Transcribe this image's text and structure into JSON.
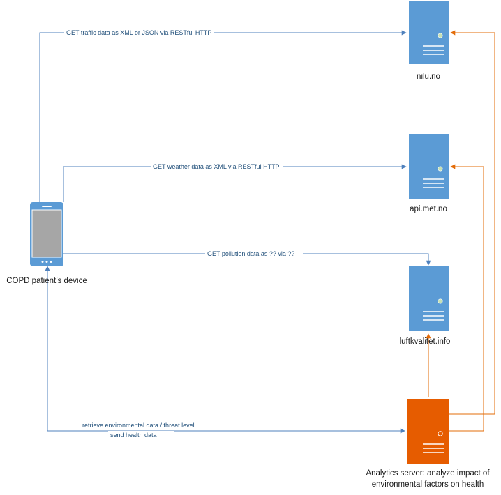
{
  "colors": {
    "blue_line": "#4f81bd",
    "orange_line": "#e36c09",
    "server_blue": "#5b9bd5",
    "server_orange": "#e65c00",
    "phone_screen": "#a6a6a6"
  },
  "nodes": {
    "nilu": {
      "label": "nilu.no",
      "icon": "server-icon"
    },
    "met": {
      "label": "api.met.no",
      "icon": "server-icon"
    },
    "luft": {
      "label": "luftkvalitet.info",
      "icon": "server-icon"
    },
    "analytics": {
      "label_line1": "Analytics server: analyze impact of",
      "label_line2": "environmental factors on health",
      "icon": "server-icon"
    },
    "device": {
      "label": "COPD patient’s device",
      "icon": "smartphone-icon"
    }
  },
  "edges": {
    "traffic": "GET traffic data as XML or JSON via RESTful HTTP",
    "weather": "GET weather data as XML via RESTful HTTP",
    "pollution": "GET pollution data as ?? via ??",
    "retrieve": "retrieve environmental data / threat level",
    "send": "send health data"
  }
}
